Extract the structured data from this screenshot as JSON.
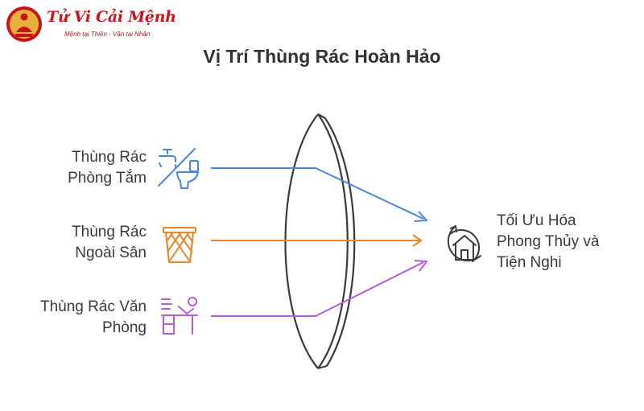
{
  "logo": {
    "title": "Tử Vi Cải Mệnh",
    "tagline": "Mệnh tại Thiên - Vận tại Nhân"
  },
  "title": "Vị Trí Thùng Rác Hoàn Hảo",
  "inputs": [
    {
      "line1": "Thùng Rác",
      "line2": "Phòng Tắm",
      "icon": "faucet-toilet-icon",
      "color": "#4a86d9"
    },
    {
      "line1": "Thùng Rác",
      "line2": "Ngoài Sân",
      "icon": "basket-icon",
      "color": "#e8852a"
    },
    {
      "line1": "Thùng Rác Văn",
      "line2": "Phòng",
      "icon": "office-desk-icon",
      "color": "#b65bdc"
    }
  ],
  "output": {
    "line1": "Tối Ưu Hóa",
    "line2": "Phong Thủy và",
    "line3": "Tiện Nghi",
    "icon": "house-refresh-icon"
  },
  "colors": {
    "logo_red": "#c8151b",
    "lens": "#3a3a3a",
    "bathroom": "#4a86d9",
    "yard": "#e8852a",
    "office": "#b65bdc"
  }
}
